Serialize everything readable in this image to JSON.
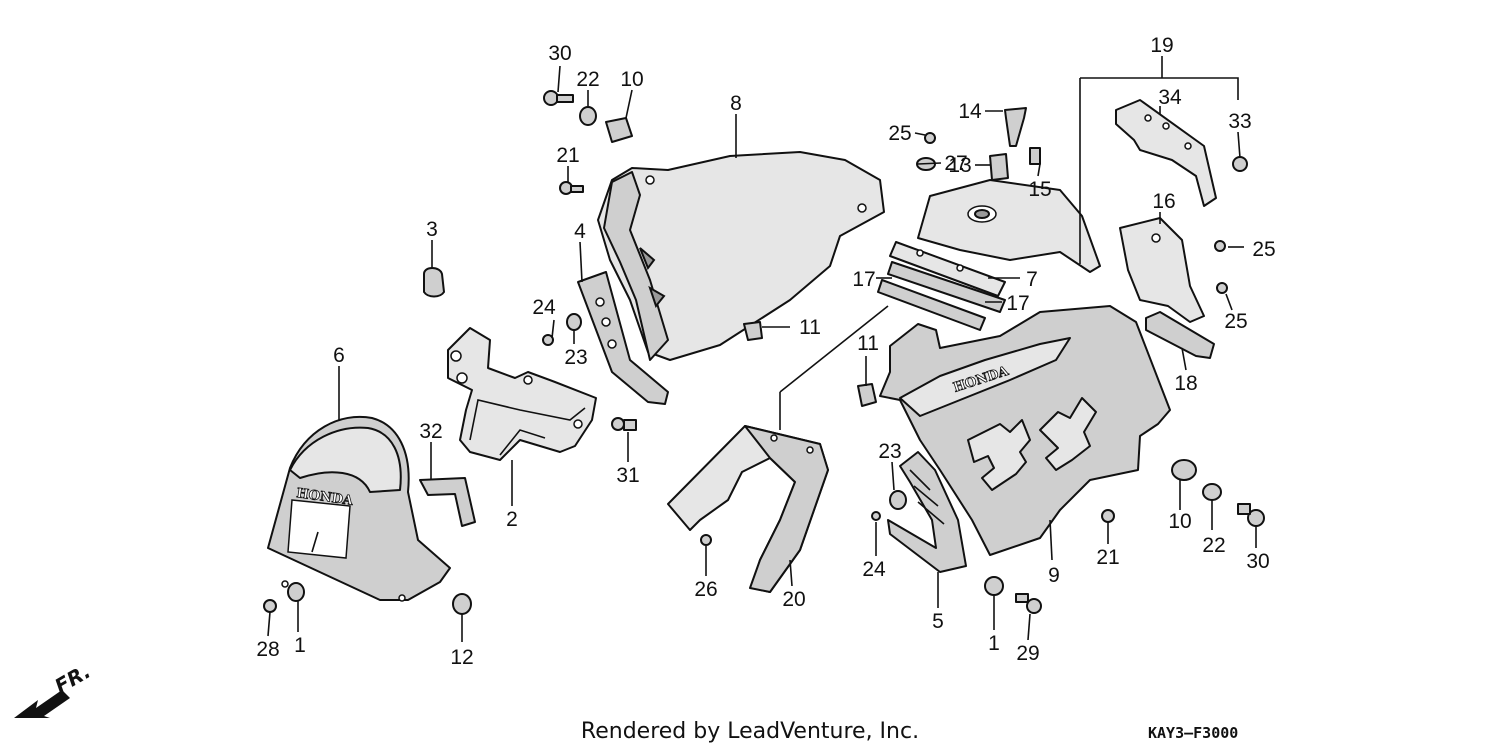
{
  "diagram": {
    "credit": "Rendered by LeadVenture, Inc.",
    "code": "KAY3–F3000",
    "direction_label": "FR.",
    "emblem_text": "HONDA",
    "callouts": [
      "30",
      "22",
      "10",
      "21",
      "3",
      "4",
      "8",
      "25",
      "14",
      "27",
      "13",
      "15",
      "19",
      "34",
      "33",
      "16",
      "25",
      "25",
      "7",
      "17",
      "17",
      "24",
      "23",
      "11",
      "11",
      "6",
      "32",
      "2",
      "31",
      "23",
      "24",
      "18",
      "10",
      "22",
      "30",
      "21",
      "9",
      "5",
      "26",
      "20",
      "28",
      "1",
      "12",
      "1",
      "29"
    ]
  }
}
